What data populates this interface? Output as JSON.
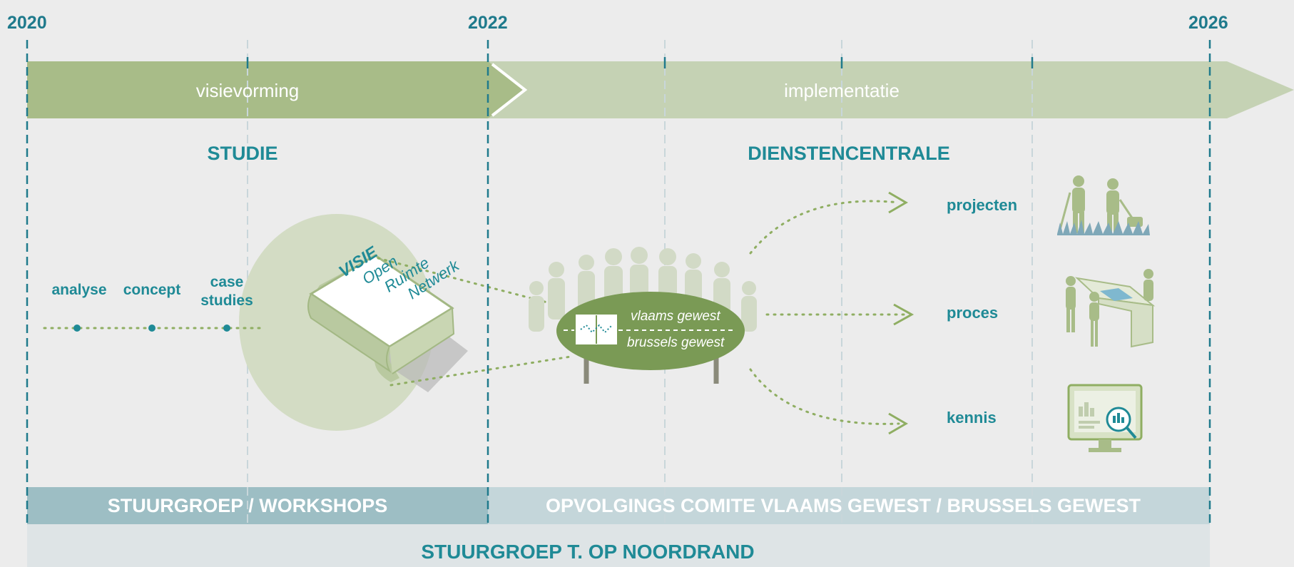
{
  "years": [
    "2020",
    "2022",
    "2026"
  ],
  "phases": {
    "vision": "visievorming",
    "implementation": "implementatie"
  },
  "sections": {
    "study": "STUDIE",
    "service_center": "DIENSTENCENTRALE"
  },
  "study_steps": [
    "analyse",
    "concept",
    "case studies"
  ],
  "book": {
    "title": "VISIE",
    "line1": "Open",
    "line2": "Ruimte",
    "line3": "Netwerk"
  },
  "table": {
    "top_label": "vlaams gewest",
    "bottom_label": "brussels gewest"
  },
  "outputs": [
    "projecten",
    "proces",
    "kennis"
  ],
  "bands": {
    "left": "STUURGROEP / WORKSHOPS",
    "right": "OPVOLGINGS COMITE VLAAMS GEWEST / BRUSSELS GEWEST",
    "bottom": "STUURGROEP T. OP NOORDRAND"
  },
  "icons": [
    "open-book-icon",
    "group-silhouette-icon",
    "gardeners-icon",
    "presentation-icon",
    "monitor-analytics-icon",
    "arrow-icon"
  ],
  "colors": {
    "teal": "#1f8a96",
    "green_dark": "#a8bc88",
    "green_light": "#bccba8",
    "band_dark": "#9dbec4",
    "band_light": "#c4d6da",
    "band_bottom": "#dee4e6",
    "table": "#7a9a55"
  }
}
